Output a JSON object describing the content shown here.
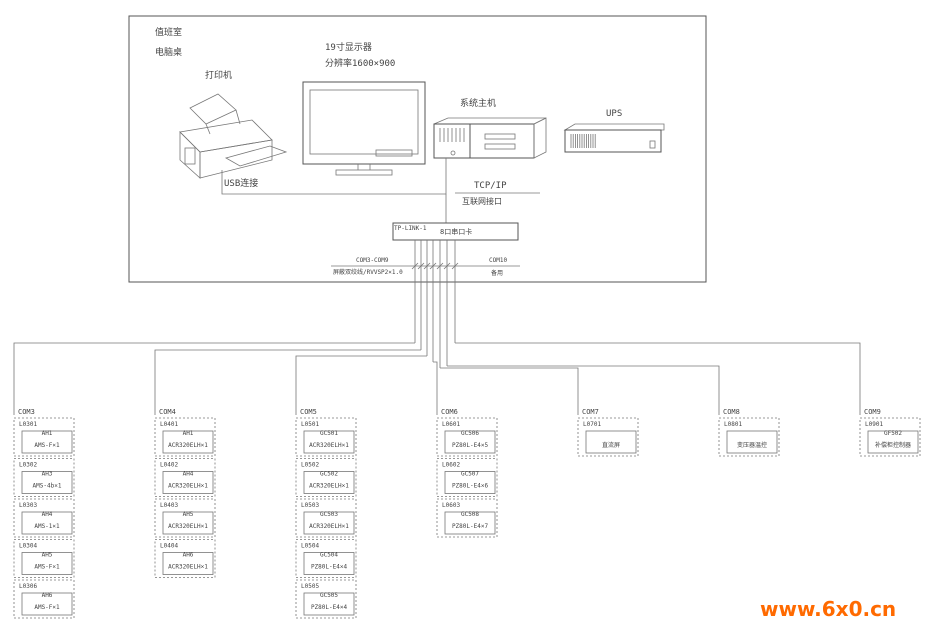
{
  "room": {
    "line1": "值班室",
    "line2": "电脑桌"
  },
  "printer": {
    "label": "打印机"
  },
  "monitor": {
    "label1": "19寸显示器",
    "label2": "分辨率1600×900"
  },
  "host": {
    "label": "系统主机"
  },
  "ups": {
    "label": "UPS"
  },
  "usb": {
    "label": "USB连接"
  },
  "tcp": {
    "label1": "TCP/IP",
    "label2": "互联网接口"
  },
  "switch": {
    "tag": "TP-LINK-1",
    "label": "8口串口卡"
  },
  "bus": {
    "left": "COM3-COM9",
    "left_sub": "屏蔽双绞线/RVVSP2×1.0",
    "right": "COM10",
    "right_sub": "备用"
  },
  "columns": [
    {
      "com": "COM3",
      "devices": [
        {
          "addr": "L0301",
          "name": "AH1",
          "model": "AMS-F×1"
        },
        {
          "addr": "L0302",
          "name": "AH3",
          "model": "AMS-4b×1"
        },
        {
          "addr": "L0303",
          "name": "AH4",
          "model": "AMS-1×1"
        },
        {
          "addr": "L0304",
          "name": "AH5",
          "model": "AMS-F×1"
        },
        {
          "addr": "L0306",
          "name": "AH6",
          "model": "AMS-F×1"
        }
      ]
    },
    {
      "com": "COM4",
      "devices": [
        {
          "addr": "L0401",
          "name": "AH1",
          "model": "ACR320ELH×1"
        },
        {
          "addr": "L0402",
          "name": "AH4",
          "model": "ACR320ELH×1"
        },
        {
          "addr": "L0403",
          "name": "AH5",
          "model": "ACR320ELH×1"
        },
        {
          "addr": "L0404",
          "name": "AH6",
          "model": "ACR320ELH×1"
        }
      ]
    },
    {
      "com": "COM5",
      "devices": [
        {
          "addr": "L0501",
          "name": "GC501",
          "model": "ACR320ELH×1"
        },
        {
          "addr": "L0502",
          "name": "GC502",
          "model": "ACR320ELH×1"
        },
        {
          "addr": "L0503",
          "name": "GC503",
          "model": "ACR320ELH×1"
        },
        {
          "addr": "L0504",
          "name": "GC504",
          "model": "PZ80L-E4×4"
        },
        {
          "addr": "L0505",
          "name": "GC505",
          "model": "PZ80L-E4×4"
        }
      ]
    },
    {
      "com": "COM6",
      "devices": [
        {
          "addr": "L0601",
          "name": "GC506",
          "model": "PZ80L-E4×5"
        },
        {
          "addr": "L0602",
          "name": "GC507",
          "model": "PZ80L-E4×6"
        },
        {
          "addr": "L0603",
          "name": "GC508",
          "model": "PZ80L-E4×7"
        }
      ]
    },
    {
      "com": "COM7",
      "devices": [
        {
          "addr": "L0701",
          "name": "",
          "model": "直流屏"
        }
      ]
    },
    {
      "com": "COM8",
      "devices": [
        {
          "addr": "L0801",
          "name": "",
          "model": "变压器温控"
        }
      ]
    },
    {
      "com": "COM9",
      "devices": [
        {
          "addr": "L0901",
          "name": "GF502",
          "model": "补偿柜控制器"
        }
      ]
    }
  ],
  "watermark": "www.6x0.cn"
}
